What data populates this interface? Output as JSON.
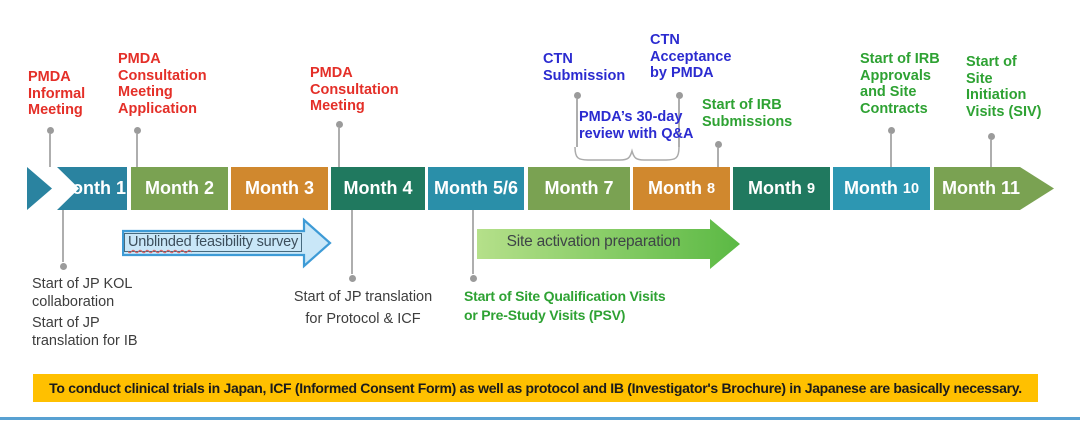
{
  "palette": {
    "teal1": "#2a83a0",
    "teal2": "#2a8fa9",
    "teal3": "#2d97b2",
    "green": "#7aa252",
    "orange": "#d0882e",
    "dark_green": "#20795f",
    "label_red": "#e42f28",
    "label_blue": "#2b2bd0",
    "label_green": "#2ea233",
    "label_black": "#3d3d3d",
    "banner_bg": "#ffc000",
    "bottom_line": "#58a1d2",
    "blue_arrow_fill": "#c9e7f8",
    "blue_arrow_stroke": "#3e9bd6",
    "green_arrow_start": "#b5e08a",
    "green_arrow_end": "#5bb944",
    "connector_gray": "#9b9b9b"
  },
  "timeline": {
    "months": [
      {
        "word": "Month",
        "num": "1"
      },
      {
        "word": "Month",
        "num": "2"
      },
      {
        "word": "Month",
        "num": "3"
      },
      {
        "word": "Month",
        "num": "4"
      },
      {
        "word": "Month",
        "num": "5/6"
      },
      {
        "word": "Month",
        "num": "7"
      },
      {
        "word": "Month",
        "num": "8"
      },
      {
        "word": "Month",
        "num": "9"
      },
      {
        "word": "Month",
        "num": "10"
      },
      {
        "word": "Month",
        "num": "11"
      }
    ]
  },
  "annotations_top": [
    {
      "text": "PMDA\nInformal\nMeeting"
    },
    {
      "text": "PMDA\nConsultation\nMeeting\nApplication"
    },
    {
      "text": "PMDA\nConsultation\nMeeting"
    },
    {
      "text": "CTN\nSubmission"
    },
    {
      "text": "CTN\nAcceptance\nby PMDA"
    },
    {
      "text": "PMDA’s 30-day\nreview with Q&A"
    },
    {
      "text": "Start of IRB\nSubmissions"
    },
    {
      "text": "Start of IRB\nApprovals\nand Site\nContracts"
    },
    {
      "text": "Start of\nSite\nInitiation\nVisits (SIV)"
    }
  ],
  "annotations_bottom": [
    {
      "text": "Start of JP KOL\ncollaboration"
    },
    {
      "text": "Start of JP\ntranslation for IB"
    },
    {
      "text": "Start of JP translation\nfor Protocol & ICF"
    },
    {
      "text": "Start of Site Qualification Visits\nor Pre-Study Visits (PSV)"
    }
  ],
  "arrows": {
    "feasibility": {
      "word": "Unblinded",
      "rest": " feasibility survey"
    },
    "site_activation": {
      "label": "Site activation preparation"
    }
  },
  "banner": {
    "text": "To conduct clinical trials in Japan, ICF (Informed Consent Form) as well as protocol and IB (Investigator's Brochure) in Japanese are basically necessary."
  }
}
